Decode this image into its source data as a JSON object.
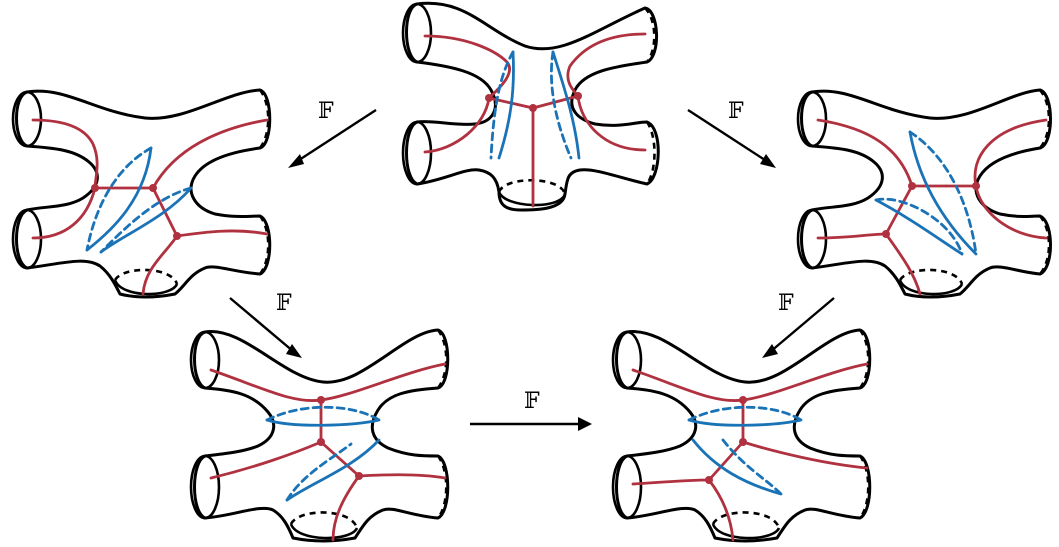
{
  "arrow_label": "𝔽",
  "colors": {
    "curve_red": "#b0313f",
    "curve_blue": "#1a73b6",
    "outline": "#000000"
  },
  "surfaces": [
    "surface-top",
    "surface-left",
    "surface-right",
    "surface-bottom-left",
    "surface-bottom-right"
  ],
  "arrows": [
    "top-to-left",
    "top-to-right",
    "left-to-bottom-left",
    "right-to-bottom-right",
    "bottom-left-to-bottom-right"
  ]
}
